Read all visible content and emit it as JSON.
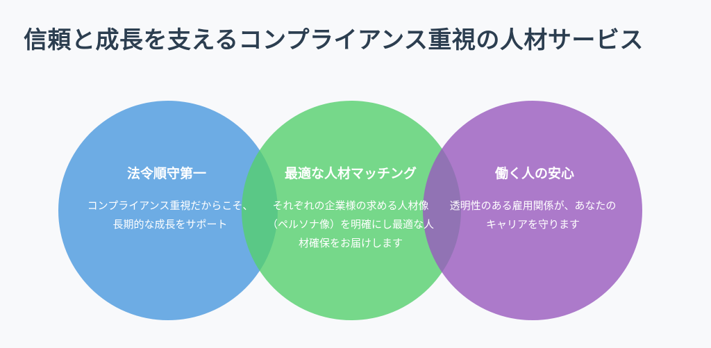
{
  "page": {
    "title": "信頼と成長を支えるコンプライアンス重視の人材サービス"
  },
  "circles": [
    {
      "title": "法令順守第一",
      "description": "コンプライアンス重視だからこそ、長期的な成長をサポート",
      "color": "#4a98de"
    },
    {
      "title": "最適な人材マッチング",
      "description": "それぞれの企業様の求める人材像（ペルソナ像）を明確にし最適な人材確保をお届けします",
      "color": "#55d06e"
    },
    {
      "title": "働く人の安心",
      "description": "透明性のある雇用関係が、あなたのキャリアを守ります",
      "color": "#995abe"
    }
  ]
}
